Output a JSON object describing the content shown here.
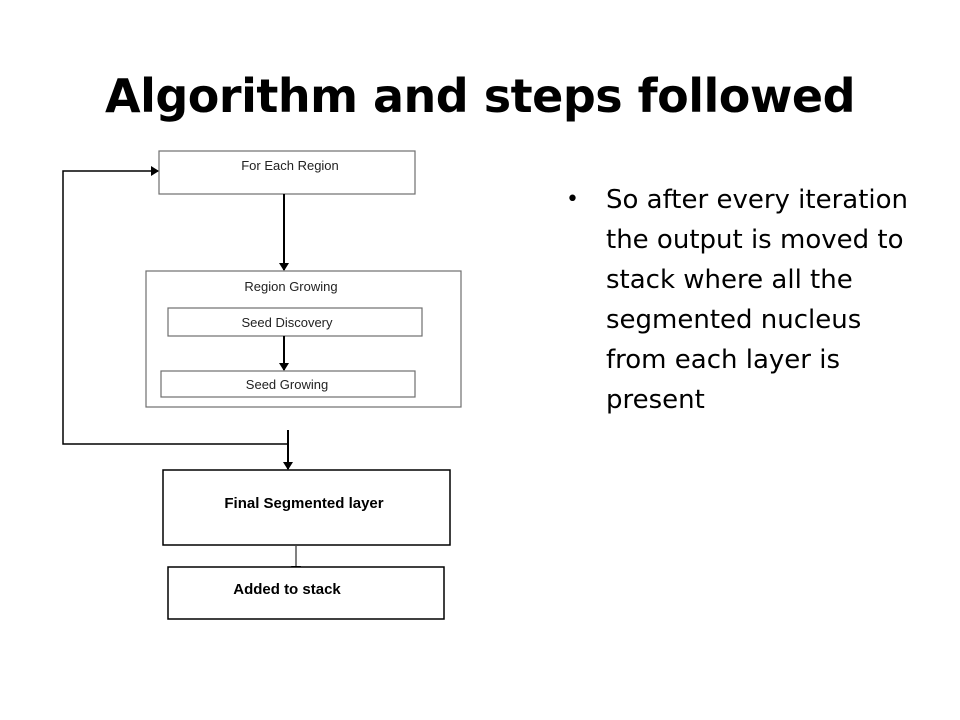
{
  "slide": {
    "title": "Algorithm and steps followed"
  },
  "diagram": {
    "for_each_region": "For Each Region",
    "region_growing": "Region Growing",
    "seed_discovery": "Seed Discovery",
    "seed_growing": "Seed Growing",
    "final_segmented_layer": "Final Segmented layer",
    "added_to_stack": "Added to stack"
  },
  "bullets": [
    {
      "symbol": "•",
      "text": "So after every iteration the output is moved to stack where all the segmented nucleus from each layer is present"
    }
  ]
}
